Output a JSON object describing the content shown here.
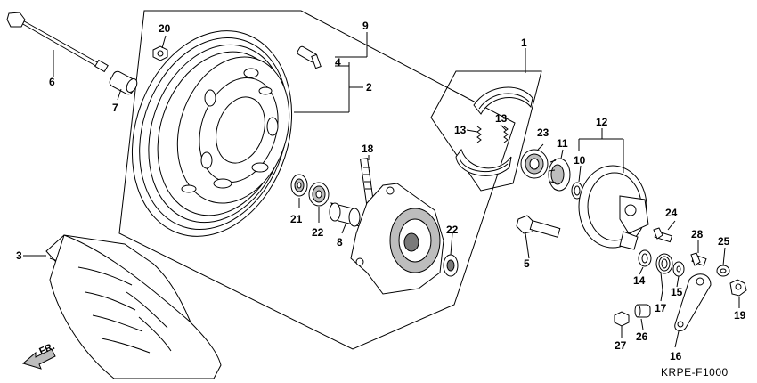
{
  "diagram": {
    "part_numbers": {
      "p1": "1",
      "p2": "2",
      "p3": "3",
      "p4": "4",
      "p5": "5",
      "p6": "6",
      "p7": "7",
      "p8": "8",
      "p9": "9",
      "p10": "10",
      "p11": "11",
      "p12": "12",
      "p13a": "13",
      "p13b": "13",
      "p14": "14",
      "p15": "15",
      "p16": "16",
      "p17": "17",
      "p18": "18",
      "p19": "19",
      "p20": "20",
      "p21": "21",
      "p22a": "22",
      "p22b": "22",
      "p23": "23",
      "p24": "24",
      "p25": "25",
      "p26": "26",
      "p27": "27",
      "p28": "28"
    },
    "direction_label": "FR.",
    "diagram_code": "KRPE-F1000"
  }
}
